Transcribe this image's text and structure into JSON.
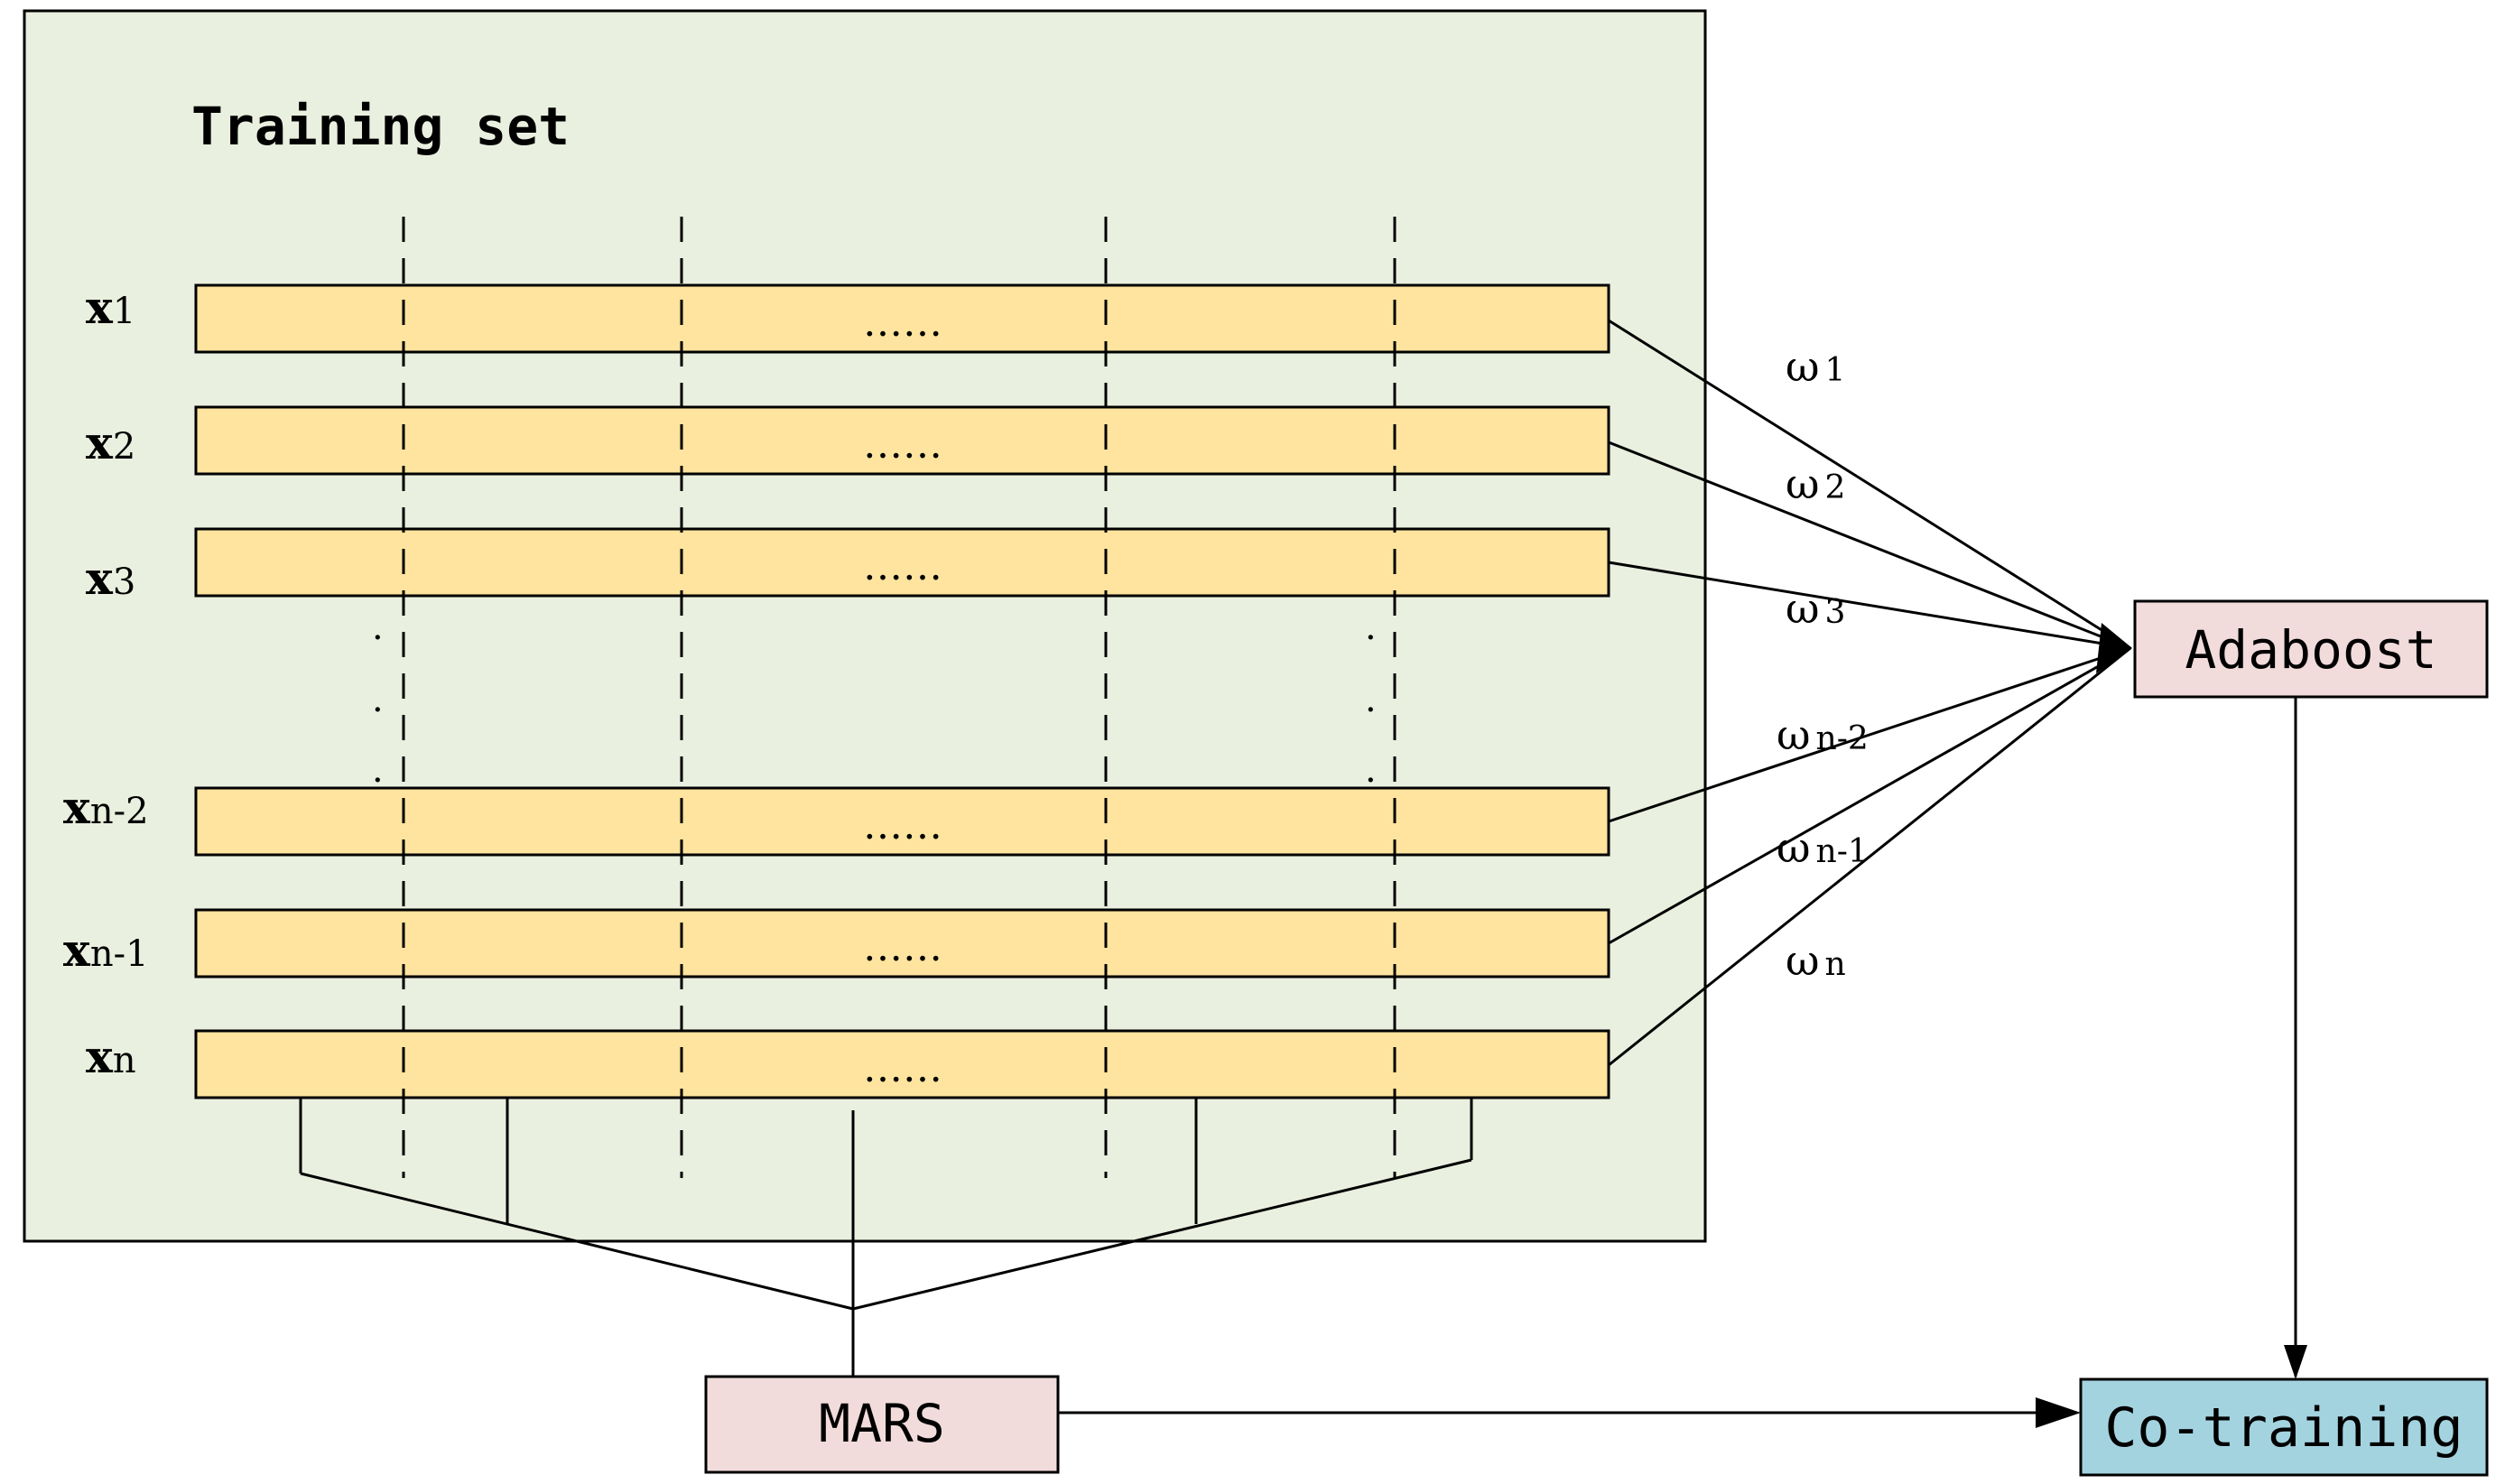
{
  "training_set": {
    "title": "Training set",
    "rows": [
      {
        "base": "x",
        "sub": "1",
        "dots": "……"
      },
      {
        "base": "x",
        "sub": "2",
        "dots": "……"
      },
      {
        "base": "x",
        "sub": "3",
        "dots": "……"
      },
      {
        "base": "x",
        "sub": "n-2",
        "dots": "……"
      },
      {
        "base": "x",
        "sub": "n-1",
        "dots": "……"
      },
      {
        "base": "x",
        "sub": "n",
        "dots": "……"
      }
    ],
    "vertical_ellipsis_left": "·",
    "vertical_ellipsis_right": "·"
  },
  "weights": [
    {
      "symbol": "ω",
      "sub": "1"
    },
    {
      "symbol": "ω",
      "sub": "2"
    },
    {
      "symbol": "ω",
      "sub": "3"
    },
    {
      "symbol": "ω",
      "sub": "n-2"
    },
    {
      "symbol": "ω",
      "sub": "n-1"
    },
    {
      "symbol": "ω",
      "sub": "n"
    }
  ],
  "nodes": {
    "adaboost": "Adaboost",
    "mars": "MARS",
    "cotraining": "Co-training"
  },
  "colors": {
    "panel_fill": "#EAF0DF",
    "row_fill": "#FEE49E",
    "pink_box": "#F1DCDB",
    "blue_box": "#A4D3E0",
    "stroke": "#000000"
  }
}
